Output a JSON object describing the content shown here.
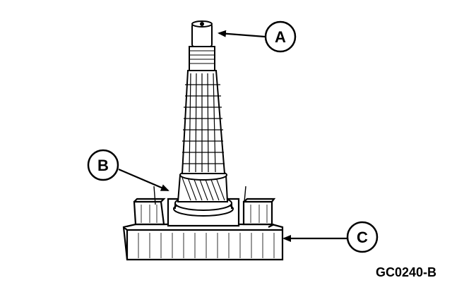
{
  "callouts": {
    "a": {
      "label": "A"
    },
    "b": {
      "label": "B"
    },
    "c": {
      "label": "C"
    }
  },
  "figure_code": "GC0240-B"
}
